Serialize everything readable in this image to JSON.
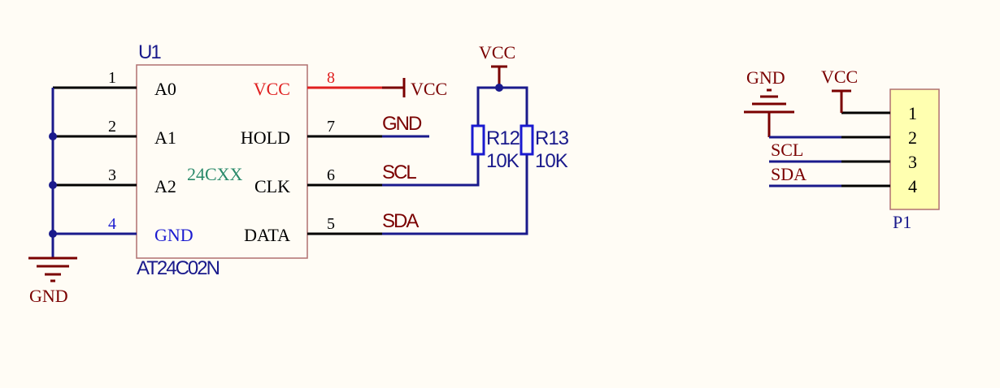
{
  "colors": {
    "background": "#fffcf5",
    "wire": "#1a1a8c",
    "power_symbol": "#7a0000",
    "component_body_stroke": "#b07070",
    "connector_body_fill": "#ffffb0",
    "vcc_pin": "#e02020",
    "gnd_pin": "#1a1ad0",
    "part_value": "#2a8a6a"
  },
  "u1": {
    "designator": "U1",
    "part_value": "24CXX",
    "part_number": "AT24C02N",
    "pins": [
      {
        "num": "1",
        "name": "A0"
      },
      {
        "num": "2",
        "name": "A1"
      },
      {
        "num": "3",
        "name": "A2"
      },
      {
        "num": "4",
        "name": "GND"
      },
      {
        "num": "8",
        "name": "VCC"
      },
      {
        "num": "7",
        "name": "HOLD"
      },
      {
        "num": "6",
        "name": "CLK"
      },
      {
        "num": "5",
        "name": "DATA"
      }
    ]
  },
  "nets": {
    "vcc_pin8": "VCC",
    "gnd_pin7": "GND",
    "scl": "SCL",
    "sda": "SDA",
    "gnd_bottom": "GND",
    "vcc_pullups": "VCC"
  },
  "resistors": [
    {
      "designator": "R12",
      "value": "10K"
    },
    {
      "designator": "R13",
      "value": "10K"
    }
  ],
  "p1": {
    "designator": "P1",
    "power_labels": {
      "gnd": "GND",
      "vcc": "VCC"
    },
    "pins": [
      "1",
      "2",
      "3",
      "4"
    ],
    "net_labels": {
      "pin3": "SCL",
      "pin4": "SDA"
    }
  }
}
